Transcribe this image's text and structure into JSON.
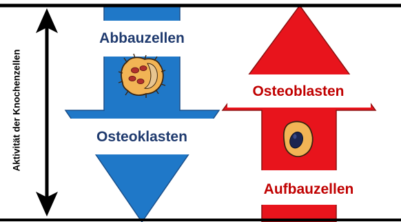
{
  "axis_label": "Aktivität der Knochenzellen",
  "left_arrow": {
    "top_label": "Abbauzellen",
    "bottom_label": "Osteoklasten",
    "cell_icon": "osteoclast-cell-icon",
    "direction": "down"
  },
  "right_arrow": {
    "top_label": "Osteoblasten",
    "bottom_label": "Aufbauzellen",
    "cell_icon": "osteoblast-cell-icon",
    "direction": "up"
  },
  "colors": {
    "blue_arrow": "#1f78c8",
    "red_arrow": "#e8141c",
    "blue_text": "#1f3a6e",
    "red_text": "#c00000",
    "frame": "#000000"
  }
}
